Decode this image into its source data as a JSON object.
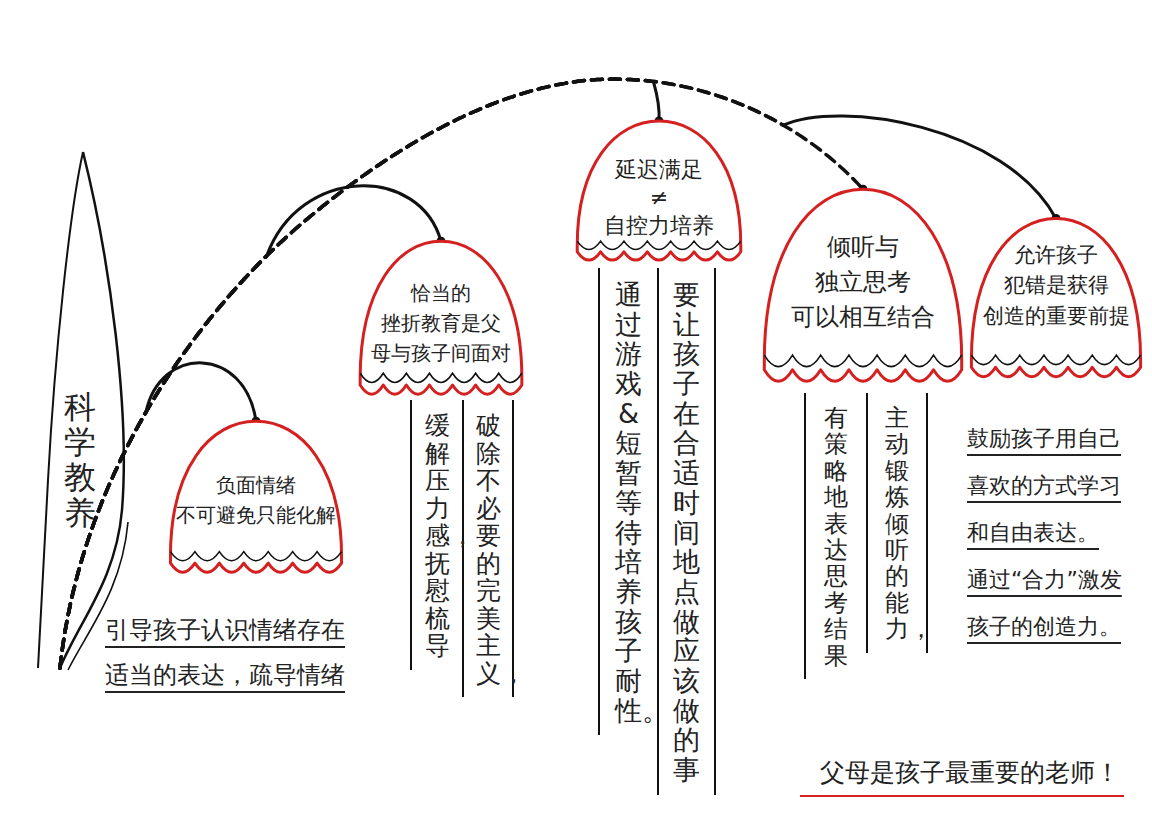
{
  "diagram": {
    "nodes": [
      {
        "text": [
          "科学教养"
        ]
      },
      {
        "text": [
          "负面情绪 不可避免只能化解",
          "引导孩子认识情绪存在 适当的表达，疏导情绪"
        ]
      },
      {
        "text": [
          "恰当的 挫折教育是父 母与孩子间面对",
          "破除不必要的完美主义，",
          "缓解压力感，抚慰梳导"
        ]
      },
      {
        "text": [
          "延迟满足 ≠ 自控力培养",
          "要让孩子在合适时间地点做应该做的事",
          "通过游戏&短暂等待培养孩子耐性。"
        ]
      },
      {
        "text": [
          "倾听与 独立思考 可以相互结合",
          "主动锻炼倾听的能力，",
          "有策略地表达思考结果"
        ]
      },
      {
        "text": [
          "允许孩子 犯错是获得 创造的重要前提",
          "鼓励孩子用自己 喜欢的方式学习 和自由表达。 通过“合力”激发 孩子的创造力。"
        ]
      }
    ],
    "edges": [
      {
        "from": 0,
        "to": 1,
        "arrow": "none"
      },
      {
        "from": 0,
        "to": 2,
        "arrow": "none"
      },
      {
        "from": 0,
        "to": 3,
        "arrow": "none"
      },
      {
        "from": 0,
        "to": 4,
        "arrow": "none"
      },
      {
        "from": 0,
        "to": 5,
        "arrow": "none"
      }
    ],
    "labels": [
      "父母是孩子最重要的老师！"
    ]
  }
}
